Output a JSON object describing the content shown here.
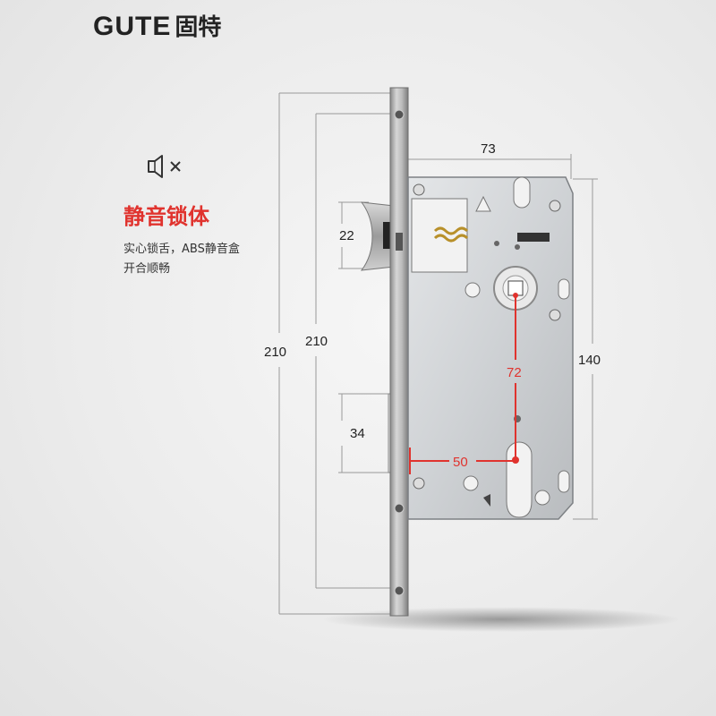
{
  "brand": {
    "name_en": "GUTE",
    "name_cn": "固特"
  },
  "feature": {
    "icon": "mute-speaker-icon",
    "title": "静音锁体",
    "desc_line1": "实心锁舌，ABS静音盒",
    "desc_line2": "开合顺畅"
  },
  "dimensions": {
    "faceplate_outer": "210",
    "faceplate_inner": "210",
    "case_width": "73",
    "case_height": "140",
    "latch": "22",
    "deadbolt": "34",
    "center_distance": "72",
    "backset": "50"
  },
  "colors": {
    "accent": "#e0332e",
    "text": "#222222"
  }
}
